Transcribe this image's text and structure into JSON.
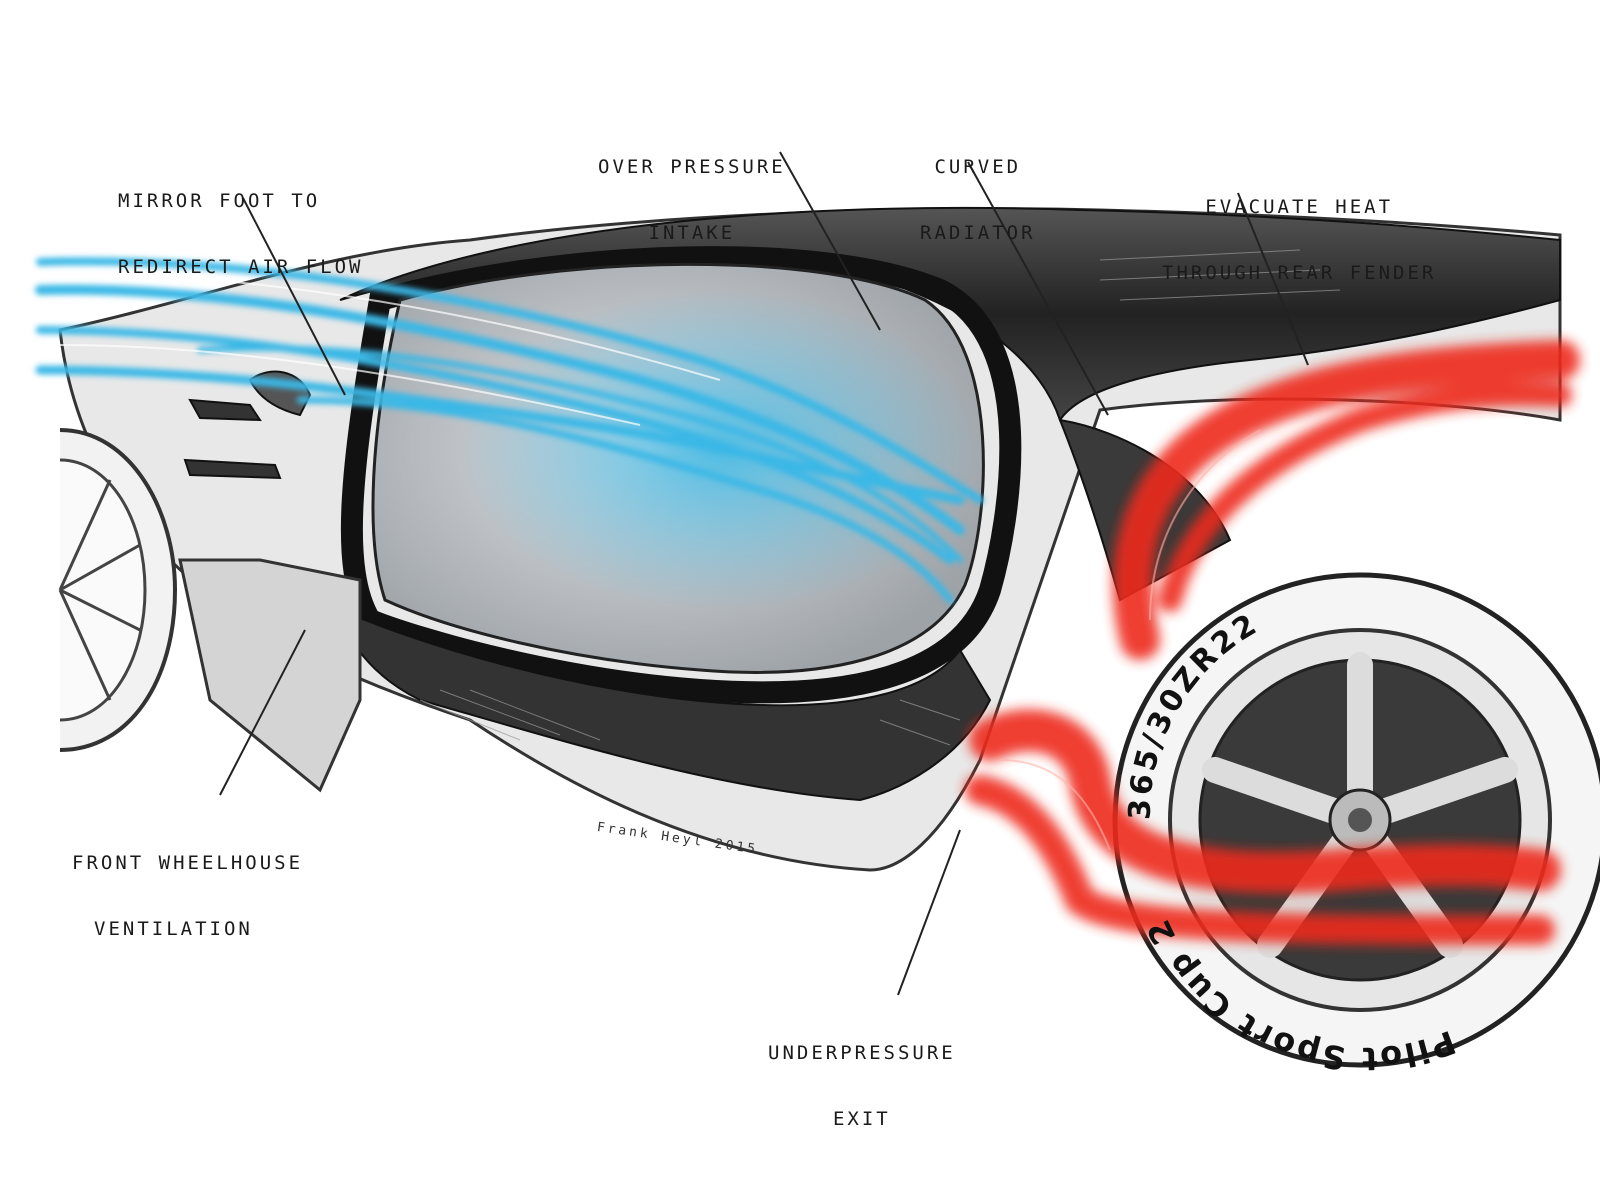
{
  "annotations": {
    "mirror_foot": {
      "line1": "Mirror foot to",
      "line2": "redirect air flow"
    },
    "over_pressure_intake": {
      "line1": "Over pressure",
      "line2": "intake"
    },
    "curved_radiator": {
      "line1": "Curved",
      "line2": "radiator"
    },
    "evacuate_heat": {
      "line1": "Evacuate heat",
      "line2": "through rear fender"
    },
    "front_wheelhouse": {
      "line1": "Front wheelhouse",
      "line2": "ventilation"
    },
    "under_pressure_exit": {
      "line1": "Underpressure",
      "line2": "exit"
    }
  },
  "signature": "Frank Heyl 2015",
  "tire": {
    "size": "365/30ZR22",
    "model": "Pilot Sport Cup 2"
  },
  "colors": {
    "cool_air": "#3ab8e6",
    "hot_air": "#ee2a1c",
    "body_dark": "#2a2a2a",
    "sketch": "#555555"
  }
}
